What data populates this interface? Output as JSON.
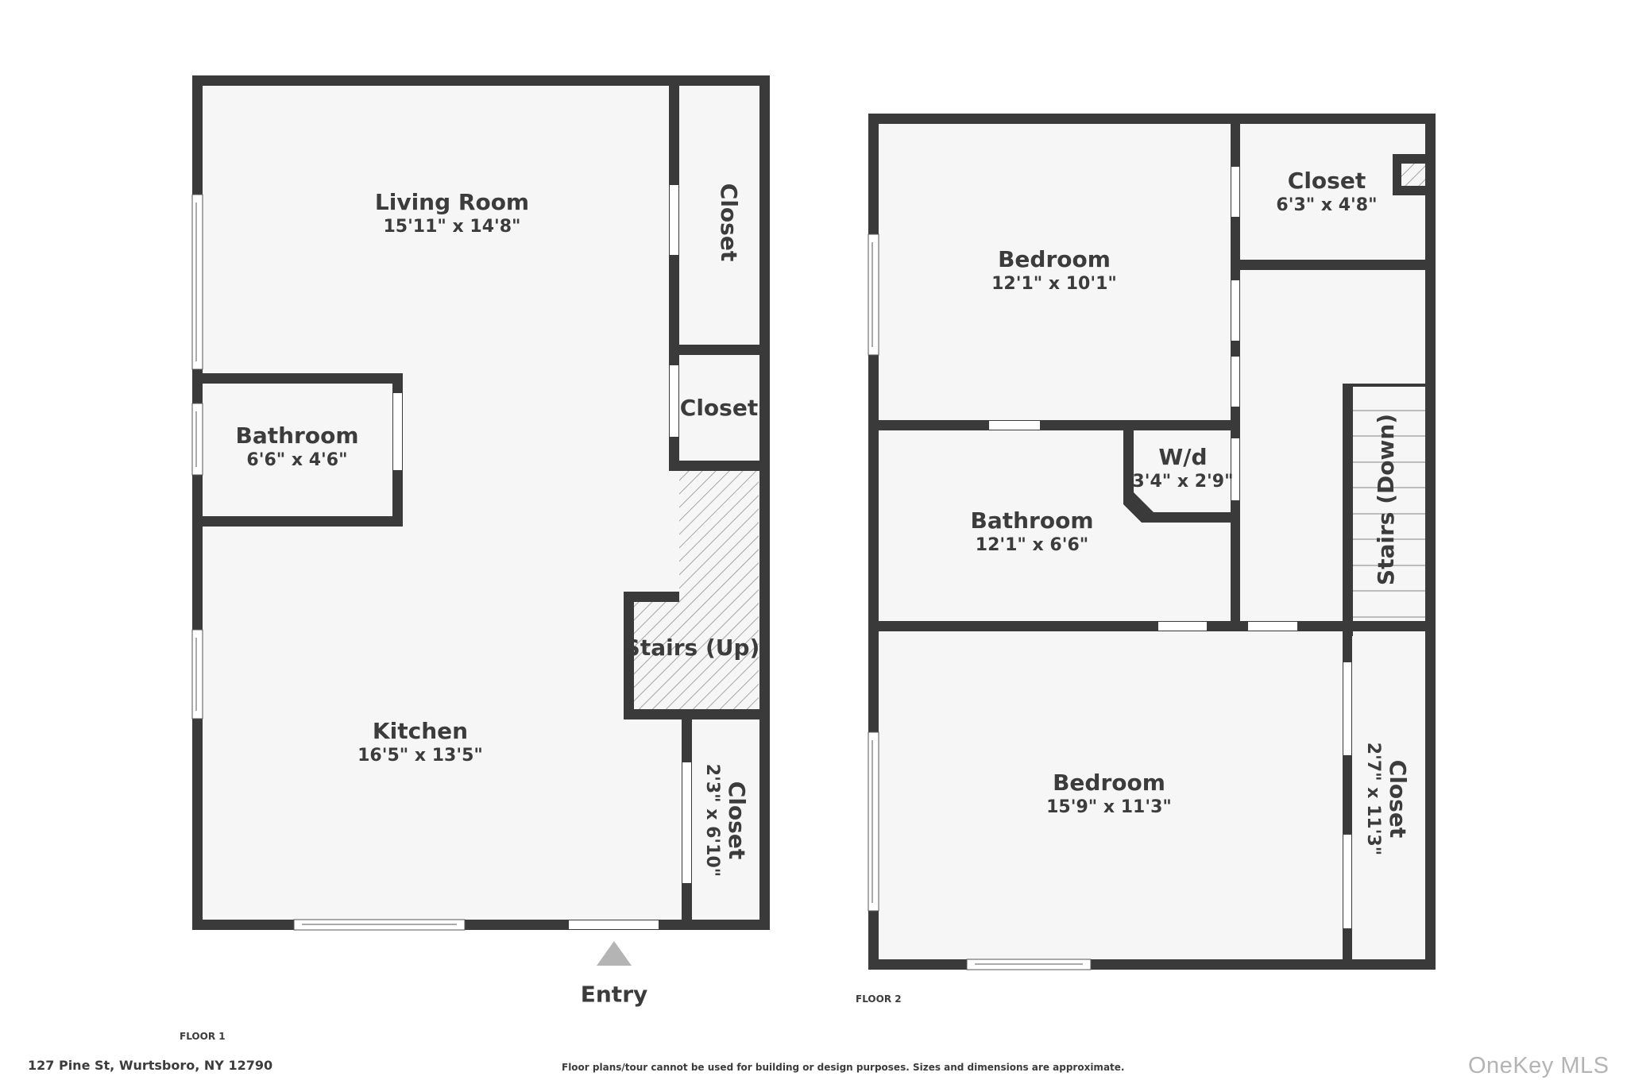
{
  "listing": {
    "address": "127 Pine St, Wurtsboro, NY 12790",
    "disclaimer": "Floor plans/tour cannot be used for building or design purposes. Sizes and dimensions are approximate.",
    "watermark": "OneKey MLS"
  },
  "colors": {
    "wall": "#3a3a3a",
    "floor": "#f6f6f6",
    "text": "#3c3c3c",
    "entry_arrow": "#b4b4b4",
    "hatch": "#8a8a8a"
  },
  "floor1": {
    "label": "FLOOR 1",
    "entry_label": "Entry",
    "rooms": [
      {
        "name": "Living Room",
        "dims": "15'11\" x 14'8\""
      },
      {
        "name": "Closet",
        "dims": ""
      },
      {
        "name": "Closet",
        "dims": ""
      },
      {
        "name": "Bathroom",
        "dims": "6'6\" x 4'6\""
      },
      {
        "name": "Stairs (Up)",
        "dims": ""
      },
      {
        "name": "Kitchen",
        "dims": "16'5\" x 13'5\""
      },
      {
        "name": "Closet",
        "dims": "2'3\" x 6'10\""
      }
    ]
  },
  "floor2": {
    "label": "FLOOR 2",
    "rooms": [
      {
        "name": "Bedroom",
        "dims": "12'1\" x 10'1\""
      },
      {
        "name": "Closet",
        "dims": "6'3\" x 4'8\""
      },
      {
        "name": "W/d",
        "dims": "3'4\" x 2'9\""
      },
      {
        "name": "Bathroom",
        "dims": "12'1\" x 6'6\""
      },
      {
        "name": "Stairs (Down)",
        "dims": ""
      },
      {
        "name": "Bedroom",
        "dims": "15'9\" x 11'3\""
      },
      {
        "name": "Closet",
        "dims": "2'7\" x 11'3\""
      }
    ]
  }
}
